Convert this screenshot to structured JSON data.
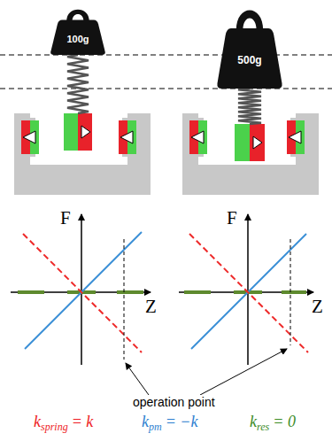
{
  "diagram": {
    "nodes": [
      {
        "text": [
          "100g"
        ]
      },
      {
        "text": [
          "500g"
        ]
      }
    ],
    "labels": [
      "F",
      "Z",
      "F",
      "Z",
      "operation point",
      "k",
      "spring",
      "= k",
      "k",
      "pm",
      "= −k",
      "k",
      "res",
      "= 0"
    ]
  }
}
